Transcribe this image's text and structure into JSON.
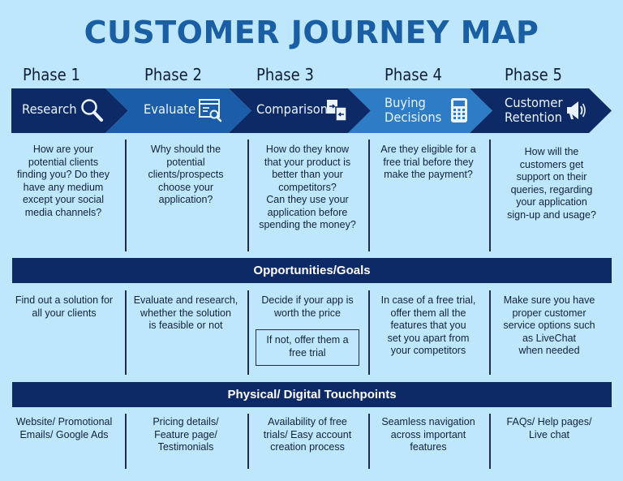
{
  "title": "CUSTOMER JOURNEY MAP",
  "phases": [
    {
      "label": "Phase 1",
      "stage": "Research",
      "stage_lines": [
        "Research"
      ],
      "icon": "magnifier-icon"
    },
    {
      "label": "Phase 2",
      "stage": "Evaluate",
      "stage_lines": [
        "Evaluate"
      ],
      "icon": "browser-search-icon"
    },
    {
      "label": "Phase 3",
      "stage": "Comparison",
      "stage_lines": [
        "Comparison"
      ],
      "icon": "compare-documents-icon"
    },
    {
      "label": "Phase 4",
      "stage": "Buying Decisions",
      "stage_lines": [
        "Buying",
        "Decisions"
      ],
      "icon": "card-terminal-icon"
    },
    {
      "label": "Phase 5",
      "stage": "Customer Retention",
      "stage_lines": [
        "Customer",
        "Retention"
      ],
      "icon": "megaphone-icon"
    }
  ],
  "questions": [
    [
      "How are your",
      "potential clients",
      "finding you? Do they",
      "have any medium",
      "except your social",
      "media channels?"
    ],
    [
      "Why should the",
      "potential",
      "clients/prospects",
      "choose your",
      "application?"
    ],
    [
      "How do they know",
      "that your product is",
      "better than your",
      "competitors?",
      "Can they use your",
      "application before",
      "spending the money?"
    ],
    [
      "Are they eligible for a",
      "free trial before they",
      "make the payment?"
    ],
    [
      "How will the",
      "customers get",
      "support on their",
      "queries, regarding",
      "your application",
      "sign-up and usage?"
    ]
  ],
  "opportunities_title": "Opportunities/Goals",
  "opportunities": [
    [
      "Find out a solution for",
      "all your clients"
    ],
    [
      "Evaluate and research,",
      "whether the solution",
      "is feasible or not"
    ],
    [
      "Decide if your app is",
      "worth the price"
    ],
    [
      "In case of a free trial,",
      "offer them all the",
      "features that you",
      "set you apart from",
      "your competitors"
    ],
    [
      "Make sure you have",
      "proper customer",
      "service options such",
      "as LiveChat",
      "when needed"
    ]
  ],
  "opportunity_box": [
    "If not, offer them a",
    "free trial"
  ],
  "touchpoints_title": "Physical/ Digital Touchpoints",
  "touchpoints": [
    [
      "Website/ Promotional",
      "Emails/ Google Ads"
    ],
    [
      "Pricing details/",
      "Feature page/",
      "Testimonials"
    ],
    [
      "Availability of free",
      "trials/ Easy account",
      "creation process"
    ],
    [
      "Seamless navigation",
      "across important",
      "features"
    ],
    [
      "FAQs/ Help pages/",
      "Live chat"
    ]
  ],
  "colors": {
    "background": "#bfe7fb",
    "title": "#1a5ea4",
    "stage_dark": "#0e2a66",
    "stage_mid": "#1b5da8",
    "stage_light": "#2e7cc6",
    "band": "#0e2a66"
  }
}
